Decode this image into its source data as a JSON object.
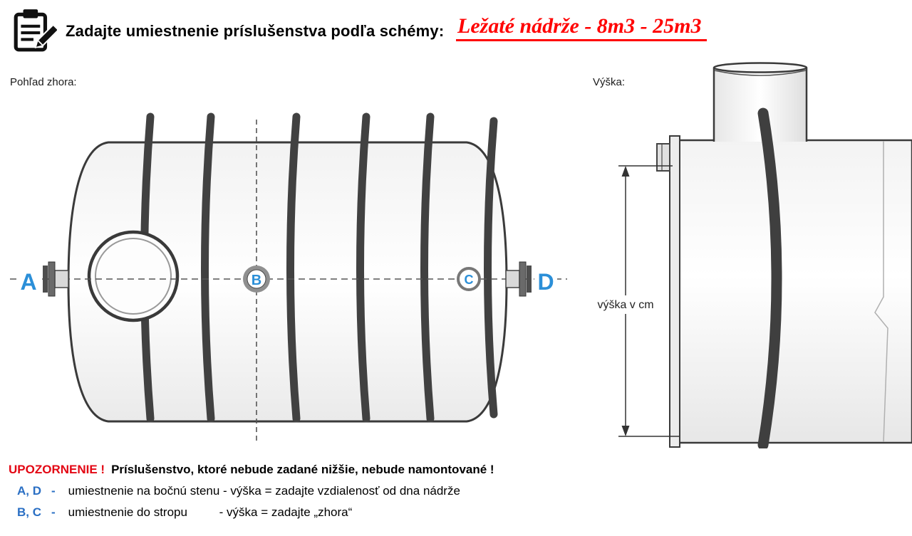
{
  "header": {
    "icon_name": "clipboard-pencil-icon",
    "instruction": "Zadajte umiestnenie príslušenstva podľa schémy:",
    "title": "Ležaté nádrže - 8m3 - 25m3"
  },
  "top_view": {
    "label": "Pohľad zhora:",
    "point_a": "A",
    "point_b": "B",
    "point_c": "C",
    "point_d": "D"
  },
  "side_view": {
    "label": "Výška:",
    "dimension_label": "výška v cm"
  },
  "notes": {
    "warning_label": "UPOZORNENIE !",
    "warning_text": "Príslušenstvo, ktoré nebude zadané nižšie, nebude namontované !",
    "ad_key": "A, D",
    "ad_dash": "-",
    "ad_text": "umiestnenie na bočnú stenu - výška = zadajte vzdialenosť od dna nádrže",
    "bc_key": "B, C",
    "bc_dash": "-",
    "bc_text_1": "umiestnenie do stropu",
    "bc_text_2": "- výška = zadajte „zhora“"
  },
  "colors": {
    "accent_blue": "#2b8fd8",
    "key_blue": "#2a6fc4",
    "warning_red": "#e30613",
    "title_red": "#ff0000",
    "outline_gray": "#3a3a3a"
  }
}
